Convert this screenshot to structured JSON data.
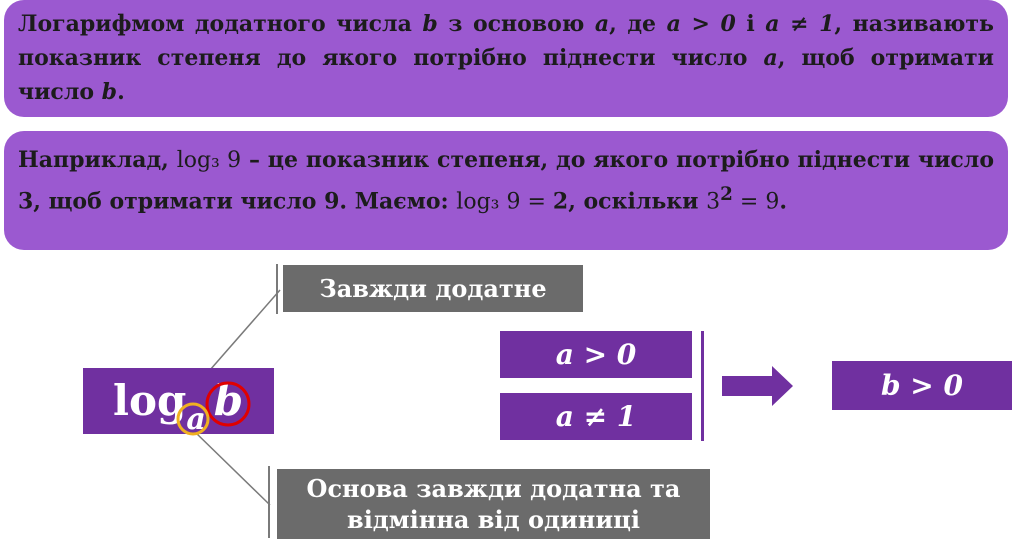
{
  "definition": {
    "part1": "Логарифмом додатного числа ",
    "b": "b",
    "part2": " з основою ",
    "a": "a",
    "part3": ", де ",
    "cond1": "a > 0",
    "part4": " і ",
    "cond2": "a ≠ 1",
    "part5": ", називають показник степеня до якого потрібно піднести число ",
    "a2": "a",
    "part6": ", щоб отримати число ",
    "b2": "b",
    "part7": "."
  },
  "example": {
    "part1": "Наприклад, ",
    "log1": "log₃ 9",
    "part2": " – це показник степеня, до якого потрібно піднести число 3, щоб отримати число 9. Маємо: ",
    "log2": "log₃ 9 = ",
    "two": "2",
    "part3": ", оскільки ",
    "power": "3",
    "exp": "2",
    "eq": " = 9",
    "part4": "."
  },
  "diagram": {
    "log_label": "log",
    "base": "a",
    "argument": "b",
    "top_note": "Завжди додатне",
    "bottom_note_line1": "Основа завжди додатна та",
    "bottom_note_line2": "відмінна від одиниці",
    "cond_a_pos": "a > 0",
    "cond_a_ne": "a ≠ 1",
    "result": "b > 0"
  },
  "colors": {
    "light_purple": "#9b59d0",
    "dark_purple": "#7030a0",
    "gray": "#6b6b6b",
    "red_circle": "#e00000",
    "yellow_circle": "#f0b020"
  }
}
